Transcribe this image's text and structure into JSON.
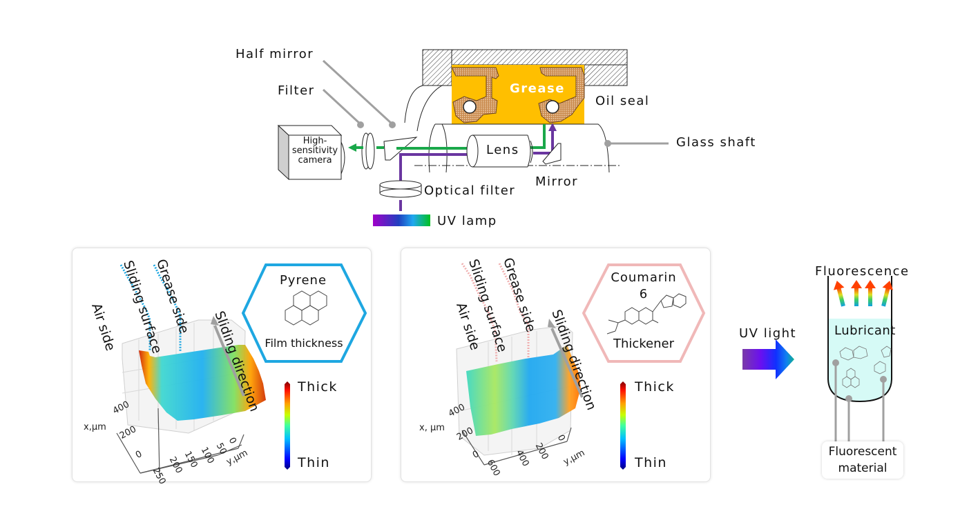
{
  "setup": {
    "labels": {
      "half_mirror": "Half mirror",
      "filter": "Filter",
      "camera_line1": "High-",
      "camera_line2": "sensitivity",
      "camera_line3": "camera",
      "lens": "Lens",
      "grease": "Grease",
      "oil_seal": "Oil seal",
      "glass_shaft": "Glass shaft",
      "mirror": "Mirror",
      "optical_filter": "Optical filter",
      "uv_lamp": "UV lamp"
    },
    "colors": {
      "grease": "#ffbf00",
      "emission_path": "#1aa84a",
      "uv_path": "#6a36a0",
      "leader": "#a0a0a0",
      "seal": "#c98a4e"
    }
  },
  "panels": [
    {
      "dye": "Pyrene",
      "dye_line2": "",
      "measures": "Film thickness",
      "accent": "#1ea7e1",
      "dotted_color": "#1ea7e1",
      "labels": {
        "air_side": "Air side",
        "sliding_surface": "Sliding surface",
        "grease_side": "Grease side",
        "sliding_direction": "Sliding direction"
      },
      "x_axis": {
        "label": "x,µm",
        "ticks": [
          "0",
          "200",
          "400"
        ]
      },
      "y_axis": {
        "label": "y,µm",
        "ticks": [
          "250",
          "200",
          "150",
          "100",
          "50",
          "0"
        ]
      },
      "colorbar": {
        "high": "Thick",
        "low": "Thin"
      }
    },
    {
      "dye": "Coumarin",
      "dye_line2": "6",
      "measures": "Thickener",
      "accent": "#f0b8b8",
      "dotted_color": "#f0b0b0",
      "labels": {
        "air_side": "Air side",
        "sliding_surface": "Sliding surface",
        "grease_side": "Grease side",
        "sliding_direction": "Sliding direction"
      },
      "x_axis": {
        "label": "x, µm",
        "ticks": [
          "0",
          "200",
          "400"
        ]
      },
      "y_axis": {
        "label": "y,µm",
        "ticks": [
          "600",
          "400",
          "200",
          "0"
        ]
      },
      "colorbar": {
        "high": "Thick",
        "low": "Thin"
      }
    }
  ],
  "principle": {
    "uv_light": "UV light",
    "fluorescence": "Fluorescence",
    "lubricant": "Lubricant",
    "fluorescent_material_line1": "Fluorescent",
    "fluorescent_material_line2": "material",
    "lubricant_color": "#d6faf6"
  }
}
